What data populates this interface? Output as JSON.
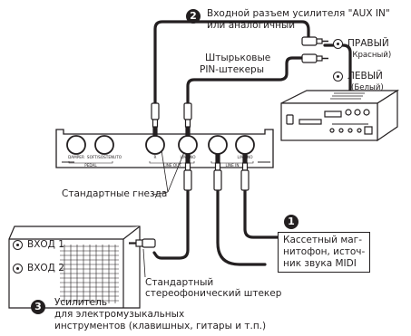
{
  "callout2": {
    "number": "2",
    "line1": "Входной разъем усилителя \"AUX IN\"",
    "line2": "или аналогичный"
  },
  "pin_plugs": {
    "line1": "Штырьковые",
    "line2": "PIN-штекеры"
  },
  "right_channel": {
    "name": "ПРАВЫЙ",
    "color": "(Красный)"
  },
  "left_channel": {
    "name": "ЛЕВЫЙ",
    "color": "(Белый)"
  },
  "keyboard_panel": {
    "jack_damper": "DAMPER",
    "jack_soft": "SOFT/SOSTENUTO",
    "group_pedal": "PEDAL",
    "jack_out_r": "R",
    "jack_out_l": "L/MONO",
    "group_line_out": "LINE OUT",
    "jack_in_r": "R",
    "jack_in_l": "L/MONO",
    "group_line_in": "LINE IN"
  },
  "standard_jacks": "Стандартные гнезда",
  "callout1": {
    "number": "1",
    "line1": "Кассетный маг-",
    "line2": "нитофон, источ-",
    "line3": "ник звука MIDI"
  },
  "amp_inputs": {
    "input1": "ВХОД 1",
    "input2": "ВХОД 2"
  },
  "stereo_plug": {
    "line1": "Стандартный",
    "line2": "стереофонический штекер"
  },
  "callout3": {
    "number": "3",
    "line1": "Усилитель",
    "line2": "для электромузыкальных",
    "line3": "инструментов (клавишных, гитары и т.п.)"
  },
  "colors": {
    "ink": "#231f20",
    "panel_fill": "#ffffff"
  }
}
